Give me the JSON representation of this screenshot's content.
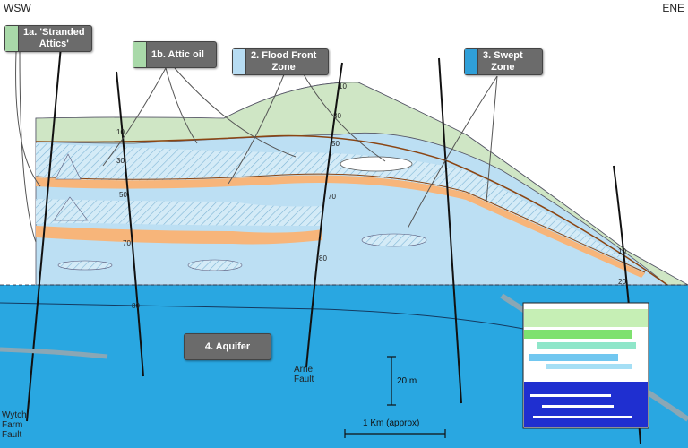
{
  "directions": {
    "left": "WSW",
    "right": "ENE"
  },
  "callouts": [
    {
      "label": "1a. 'Stranded\nAttics'",
      "swatch": "#a9d9a9"
    },
    {
      "label": "1b. Attic oil",
      "swatch": "#a9d9a9"
    },
    {
      "label": "2. Flood Front\nZone",
      "swatch": "#b7dcf2"
    },
    {
      "label": "3. Swept\nZone",
      "swatch": "#2f9fd8"
    },
    {
      "label": "4. Aquifer",
      "swatch": ""
    }
  ],
  "depth_marks": [
    "10",
    "30",
    "50",
    "70",
    "80",
    "10",
    "30",
    "50",
    "70",
    "80",
    "10",
    "20"
  ],
  "faults": {
    "wytch": "Wytch\nFarm\nFault",
    "arne": "Arne\nFault"
  },
  "scale": {
    "vertical": "20 m",
    "horizontal": "1 Km (approx)"
  },
  "colors": {
    "water": "#29a7e1",
    "upper_green": "#cfe6c5",
    "oil_band": "#f7b57a",
    "flood_zone": "#b9ddf3",
    "fault": "#111111"
  }
}
